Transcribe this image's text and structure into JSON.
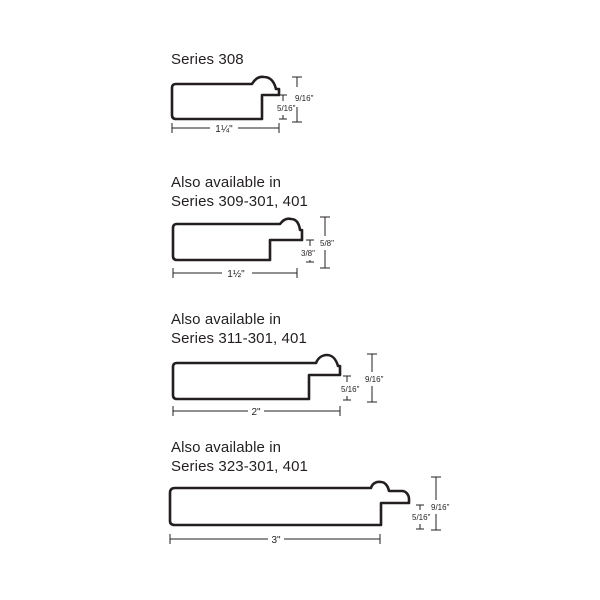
{
  "profiles": [
    {
      "heading": [
        "Series 308"
      ],
      "width_label": "1¼\"",
      "height_label": "9/16\"",
      "rabbet_label": "5/16\""
    },
    {
      "heading": [
        "Also available in",
        "Series 309-301, 401"
      ],
      "width_label": "1½\"",
      "height_label": "5/8\"",
      "rabbet_label": "3/8\""
    },
    {
      "heading": [
        "Also available in",
        "Series 311-301, 401"
      ],
      "width_label": "2\"",
      "height_label": "9/16\"",
      "rabbet_label": "5/16\""
    },
    {
      "heading": [
        "Also available in",
        "Series 323-301, 401"
      ],
      "width_label": "3\"",
      "height_label": "9/16\"",
      "rabbet_label": "5/16\""
    }
  ]
}
